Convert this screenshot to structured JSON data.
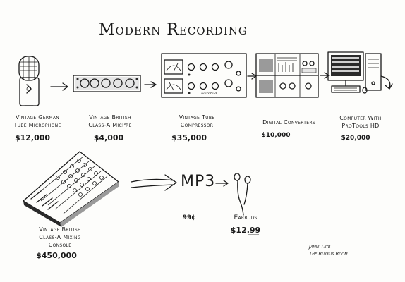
{
  "title": "Modern Recording",
  "items": [
    {
      "name": "Vintage German Tube Microphone",
      "line1": "Vintage German",
      "line2": "Tube Microphone",
      "price": "$12,000"
    },
    {
      "name": "Vintage British Class-A MicPre",
      "line1": "Vintage British",
      "line2": "Class-A MicPre",
      "price": "$4,000"
    },
    {
      "name": "Vintage Tube Compressor",
      "line1": "Vintage Tube",
      "line2": "Compressor",
      "price": "$35,000"
    },
    {
      "name": "Digital Converters",
      "line1": "Digital Converters",
      "line2": "",
      "price": "$10,000"
    },
    {
      "name": "Computer With ProTools HD",
      "line1": "Computer With",
      "line2": "ProTools HD",
      "price": "$20,000"
    }
  ],
  "console": {
    "line1": "Vintage British",
    "line2": "Class-A Mixing",
    "line3": "Console",
    "price": "$450,000"
  },
  "mp3": {
    "label": "MP3",
    "price": "99¢"
  },
  "earbuds": {
    "label": "Earbuds",
    "price": "$12.99"
  },
  "signature": {
    "line1": "Jamie Tate",
    "line2": "The Rukkus Room"
  },
  "compressor_brand": "Fairchild"
}
